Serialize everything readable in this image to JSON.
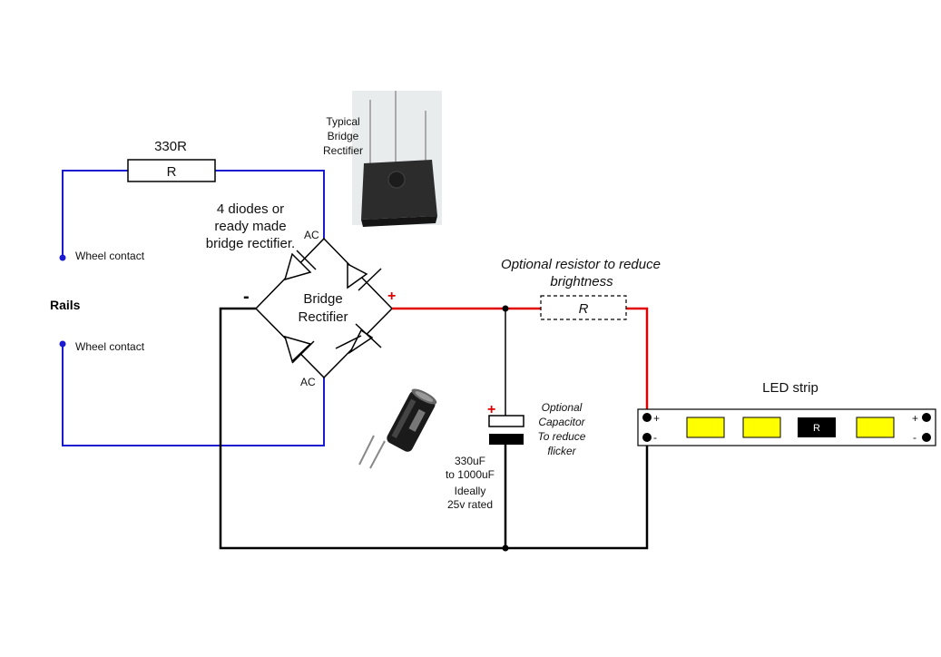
{
  "labels": {
    "resistor_value": "330R",
    "resistor_symbol": "R",
    "diodes_note": [
      "4 diodes or",
      "ready made",
      "bridge rectifier."
    ],
    "typical_bridge": [
      "Typical",
      "Bridge",
      "Rectifier"
    ],
    "ac_top": "AC",
    "ac_bottom": "AC",
    "minus": "-",
    "plus": "+",
    "bridge_label": [
      "Bridge",
      "Rectifier"
    ],
    "wheel_contact_top": "Wheel contact",
    "wheel_contact_bottom": "Wheel contact",
    "rails": "Rails",
    "optional_resistor": [
      "Optional resistor to reduce",
      "brightness"
    ],
    "optional_resistor_symbol": "R",
    "cap_plus": "+",
    "optional_capacitor": [
      "Optional",
      "Capacitor",
      "To reduce",
      "flicker"
    ],
    "cap_value": [
      "330uF",
      "to 1000uF",
      "Ideally",
      "25v rated"
    ],
    "led_strip": "LED strip",
    "strip_plus_left": "+",
    "strip_minus_left": "-",
    "strip_plus_right": "+",
    "strip_minus_right": "-",
    "strip_resistor": "R"
  },
  "colors": {
    "wire_black": "#000000",
    "wire_blue": "#1a1ad0",
    "wire_red": "#e00000",
    "led_yellow": "#ffff00",
    "component_black": "#000000"
  },
  "icons": {
    "bridge_rectifier_photo": "bridge-rectifier-photo-icon",
    "electrolytic_capacitor_photo": "electrolytic-capacitor-photo-icon"
  }
}
